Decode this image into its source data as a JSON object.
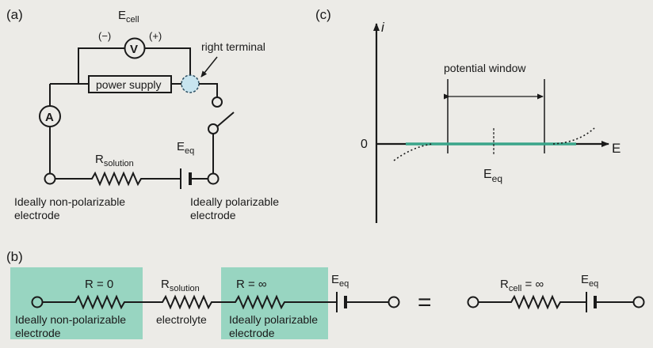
{
  "panel_a": {
    "label": "(a)",
    "ecell": "E",
    "ecell_sub": "cell",
    "minus": "(−)",
    "plus": "(+)",
    "voltmeter": "V",
    "ammeter": "A",
    "power_supply": "power supply",
    "right_terminal": "right terminal",
    "r_solution": "R",
    "r_solution_sub": "solution",
    "eeq": "E",
    "eeq_sub": "eq",
    "left_electrode_l1": "Ideally non-polarizable",
    "left_electrode_l2": "electrode",
    "right_electrode_l1": "Ideally polarizable",
    "right_electrode_l2": "electrode"
  },
  "panel_b": {
    "label": "(b)",
    "r0": "R = 0",
    "r_solution": "R",
    "r_solution_sub": "solution",
    "r_inf": "R = ∞",
    "eeq": "E",
    "eeq_sub": "eq",
    "left_l1": "Ideally non-polarizable",
    "left_l2": "electrode",
    "middle": "electrolyte",
    "right_l1": "Ideally polarizable",
    "right_l2": "electrode",
    "equals": "=",
    "rcell": "R",
    "rcell_sub": "cell",
    "rcell_val": " = ∞",
    "eeq2": "E",
    "eeq2_sub": "eq"
  },
  "panel_c": {
    "label": "(c)",
    "y_axis": "i",
    "x_axis": "E",
    "zero": "0",
    "window": "potential window",
    "eeq": "E",
    "eeq_sub": "eq"
  },
  "colors": {
    "ink": "#1a1a1a",
    "highlight": "#8fd3bd",
    "current_line": "#3aa58a"
  }
}
